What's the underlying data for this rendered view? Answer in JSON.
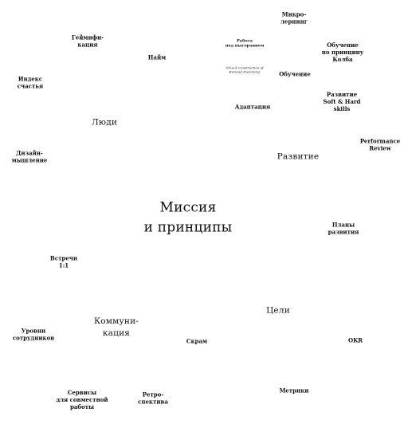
{
  "center": "Миссия\nи принципы",
  "sections": {
    "people": "Люди",
    "development": "Развитие",
    "goals": "Цели",
    "communication": "Комму­ни-\nкация"
  },
  "items": {
    "microlearning": "Микро-\nлернинг",
    "gamification": "Геймифи-\nкация",
    "hiring": "Найм",
    "burnout_title": "Работа\nпод выгоранием",
    "burnout_sub": "(Check Construction of\nBurnout Inventory)",
    "kolb": "Обучение\nпо принципу\nКолба",
    "happiness_index": "Индекс\nсчастья",
    "training": "Обучение",
    "adaptation": "Адаптация",
    "soft_hard": "Развитие\nSoft & Hard\nskills",
    "performance_review": "Performance\nReview",
    "design_thinking": "Дизайн-\nмышление",
    "dev_plans": "Планы\nразвития",
    "one_on_one": "Встречи\n1:1",
    "employee_levels": "Уровни\nсотрудников",
    "scrum": "Скрам",
    "okr": "OKR",
    "collab_services": "Сервисы\nдля совместной\nработы",
    "retrospective": "Ретро-\nспектива",
    "metrics": "Метрики"
  }
}
